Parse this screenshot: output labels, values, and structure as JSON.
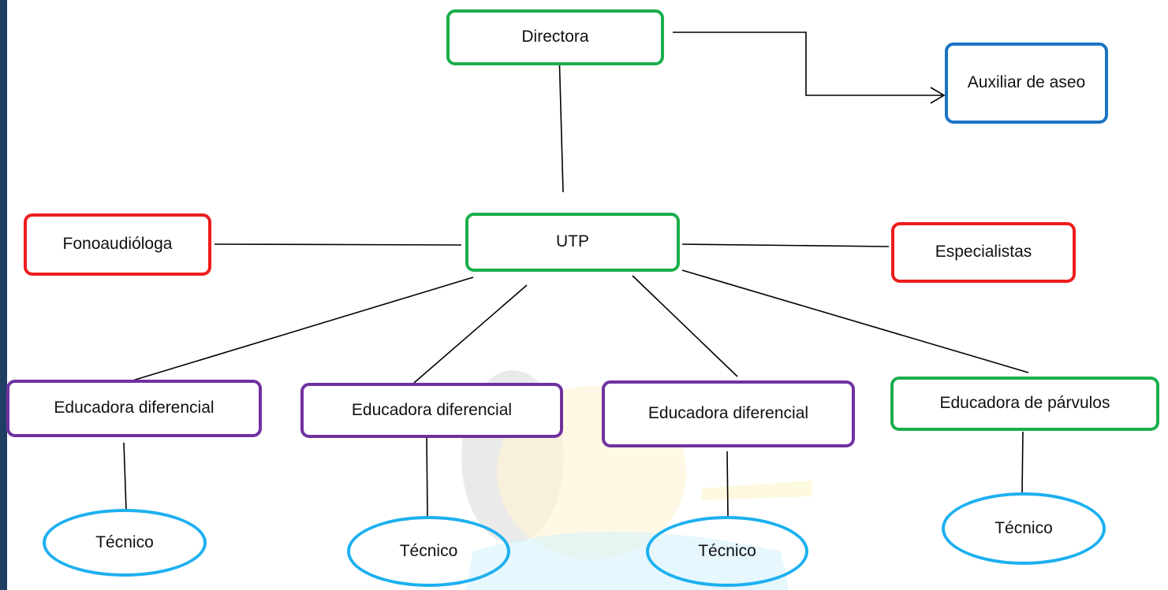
{
  "colors": {
    "green": "#1aae4b",
    "blue": "#1a73c4",
    "red": "#ee1c1c",
    "purple": "#7031a0",
    "light_blue": "#1cb0f0",
    "left_bar": "#1f3e63"
  },
  "nodes": {
    "directora": "Directora",
    "auxiliar": "Auxiliar de aseo",
    "utp": "UTP",
    "fonoaudiologa": "Fonoaudióloga",
    "especialistas": "Especialistas",
    "educadora_dif_1": "Educadora diferencial",
    "educadora_dif_2": "Educadora diferencial",
    "educadora_dif_3": "Educadora diferencial",
    "educadora_parvulos": "Educadora de párvulos",
    "tecnico_1": "Técnico",
    "tecnico_2": "Técnico",
    "tecnico_3": "Técnico",
    "tecnico_4": "Técnico"
  }
}
